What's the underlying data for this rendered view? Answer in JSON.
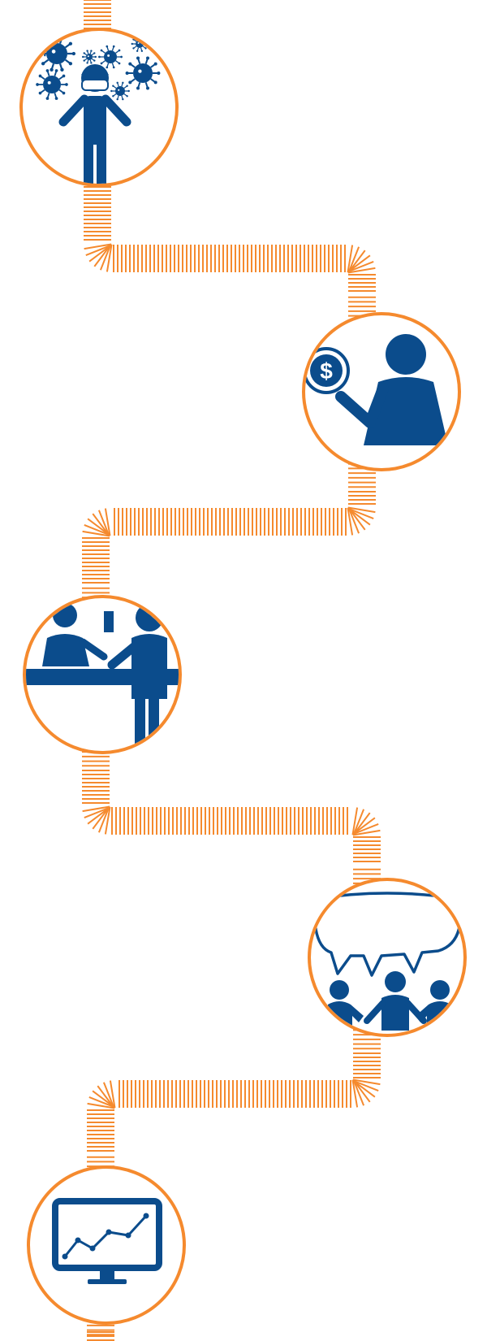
{
  "colors": {
    "path_orange": "#F58A2E",
    "icon_blue": "#0B4C8C",
    "background": "#FFFFFF"
  },
  "steps": [
    {
      "id": "step-1",
      "icon": "masked-person-virus-icon"
    },
    {
      "id": "step-2",
      "icon": "person-dollar-coin-icon"
    },
    {
      "id": "step-3",
      "icon": "service-counter-icon"
    },
    {
      "id": "step-4",
      "icon": "group-discussion-icon"
    },
    {
      "id": "step-5",
      "icon": "monitor-line-chart-icon"
    }
  ]
}
